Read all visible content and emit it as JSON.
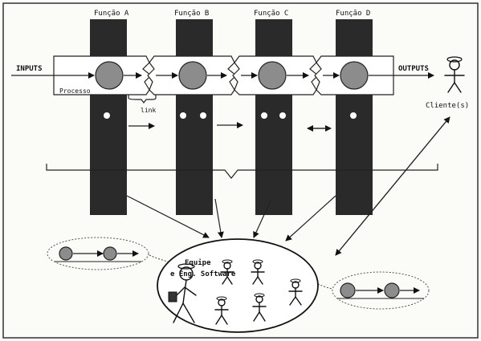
{
  "functions": [
    "Função A",
    "Função B",
    "Função C",
    "Função D"
  ],
  "inputs_label": "INPUTS",
  "outputs_label": "OUTPUTS",
  "process_label": "Processo",
  "link_label": "link",
  "client_label": "Cliente(s)",
  "team_label_1": "Equipe",
  "team_label_2": "e Eng. Software"
}
